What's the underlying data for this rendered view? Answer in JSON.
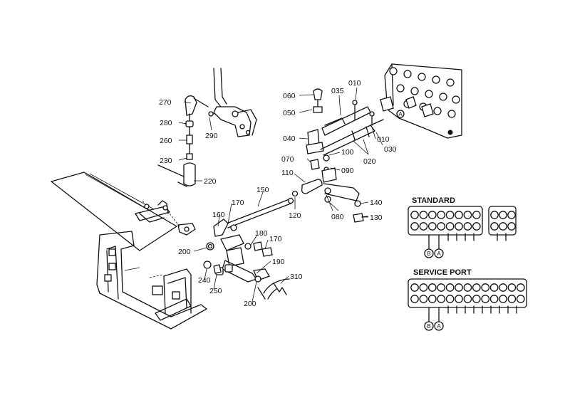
{
  "callouts": {
    "p010a": "010",
    "p010b": "010",
    "p020": "020",
    "p030": "030",
    "p035": "035",
    "p040": "040",
    "p050": "050",
    "p060": "060",
    "p070": "070",
    "p080": "080",
    "p090": "090",
    "p100": "100",
    "p110": "110",
    "p120": "120",
    "p130": "130",
    "p140": "140",
    "p150": "150",
    "p160": "160",
    "p170a": "170",
    "p170b": "170",
    "p180": "180",
    "p190": "190",
    "p200a": "200",
    "p200b": "200",
    "p220": "220",
    "p230": "230",
    "p240": "240",
    "p250": "250",
    "p260": "260",
    "p270": "270",
    "p280": "280",
    "p290": "290",
    "p310": "310"
  },
  "valve_views": {
    "standard": {
      "title": "STANDARD",
      "port_b": "B",
      "port_a": "A"
    },
    "service": {
      "title": "SERVICE PORT",
      "port_b": "B",
      "port_a": "A"
    }
  },
  "line_color": "#111111",
  "background_color": "#ffffff"
}
